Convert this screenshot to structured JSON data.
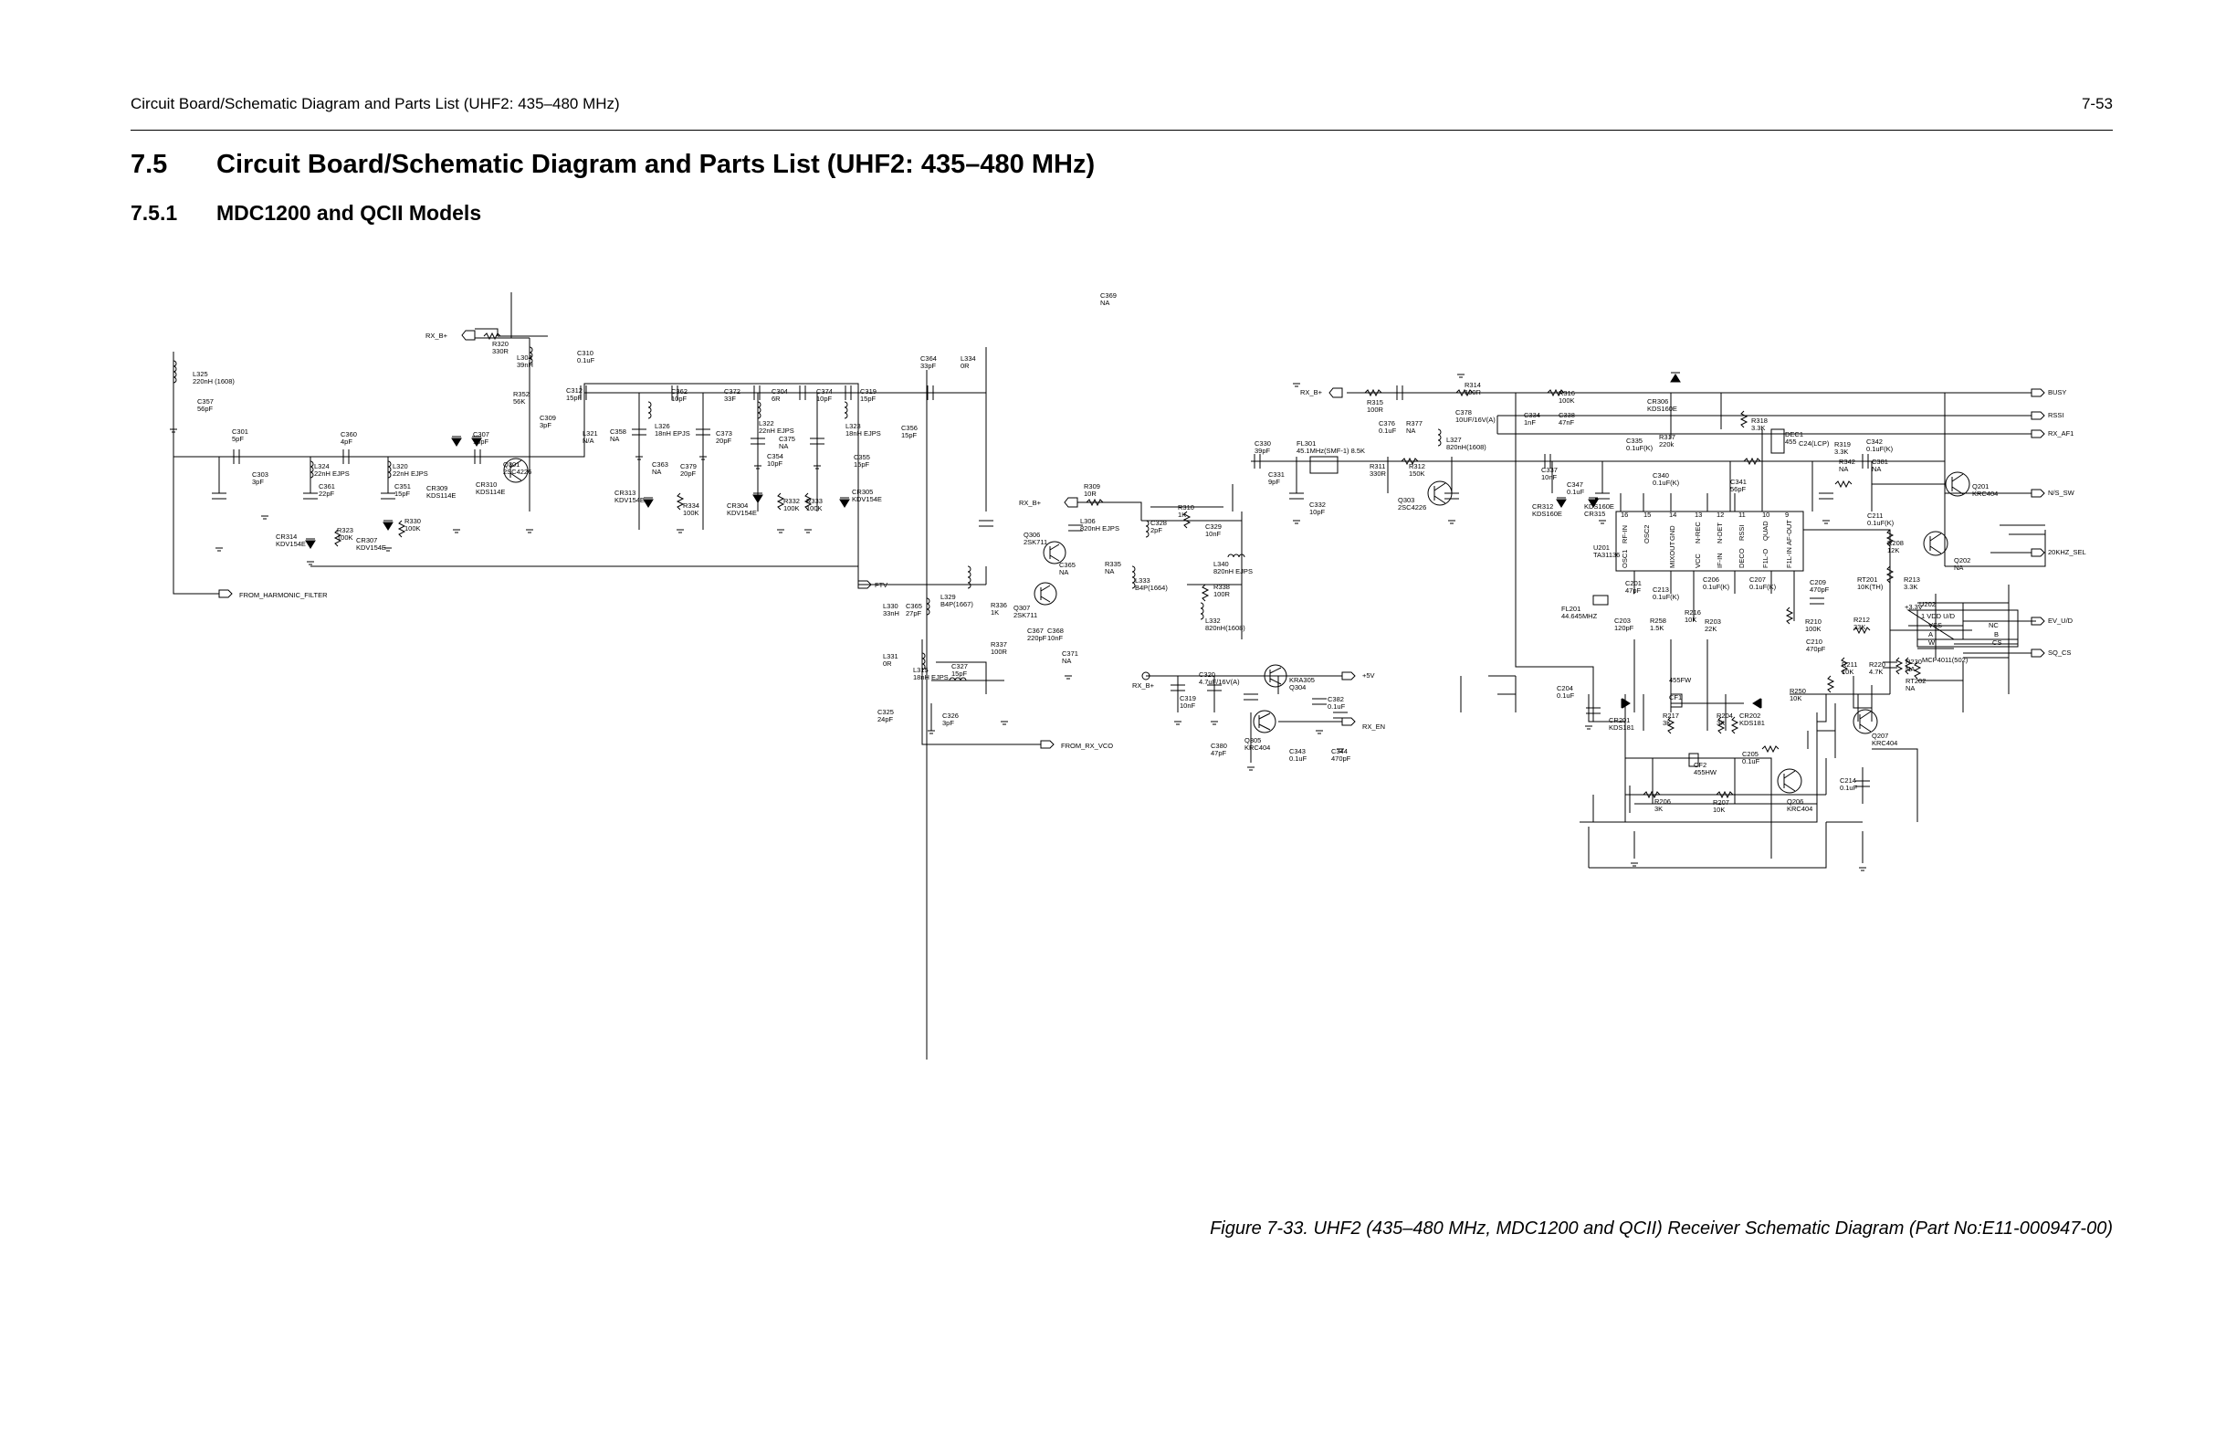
{
  "header": {
    "running_title": "Circuit Board/Schematic Diagram and Parts List (UHF2: 435–480 MHz)",
    "page_number": "7-53"
  },
  "section": {
    "number": "7.5",
    "title": "Circuit Board/Schematic Diagram and Parts List (UHF2: 435–480 MHz)"
  },
  "subsection": {
    "number": "7.5.1",
    "title": "MDC1200 and QCII Models"
  },
  "nets": [
    {
      "id": "rxb1",
      "label": "RX_B+"
    },
    {
      "id": "rxb2",
      "label": "RX_B+"
    },
    {
      "id": "rxb3",
      "label": "RX_B+"
    },
    {
      "id": "rxb4",
      "label": "RX_B+"
    },
    {
      "id": "fromharm",
      "label": "FROM_HARMONIC_FILTER"
    },
    {
      "id": "ftv",
      "label": "FTV"
    },
    {
      "id": "fromvco",
      "label": "FROM_RX_VCO"
    },
    {
      "id": "v5",
      "label": "+5V"
    },
    {
      "id": "rxen",
      "label": "RX_EN"
    },
    {
      "id": "busy",
      "label": "BUSY"
    },
    {
      "id": "rssi",
      "label": "RSSI"
    },
    {
      "id": "rxaf1",
      "label": "RX_AF1"
    },
    {
      "id": "nssw",
      "label": "N/S_SW"
    },
    {
      "id": "hz20",
      "label": "20KHZ_SEL"
    },
    {
      "id": "evud",
      "label": "EV_U/D"
    },
    {
      "id": "sqcs",
      "label": "SQ_CS"
    }
  ],
  "components": [
    {
      "id": "c369",
      "text": [
        "C369",
        "NA"
      ]
    },
    {
      "id": "l325",
      "text": [
        "L325",
        "220nH (1608)"
      ]
    },
    {
      "id": "c357",
      "text": [
        "C357",
        "56pF"
      ]
    },
    {
      "id": "r320",
      "text": [
        "R320",
        "330R"
      ]
    },
    {
      "id": "c310",
      "text": [
        "C310",
        "0.1uF"
      ]
    },
    {
      "id": "l304",
      "text": [
        "L304",
        "39nH"
      ]
    },
    {
      "id": "r352",
      "text": [
        "R352",
        "56K"
      ]
    },
    {
      "id": "c312",
      "text": [
        "C312",
        "15pF"
      ]
    },
    {
      "id": "c309",
      "text": [
        "C309",
        "3pF"
      ]
    },
    {
      "id": "c307",
      "text": [
        "C307",
        "18pF"
      ]
    },
    {
      "id": "c301",
      "text": [
        "C301",
        "5pF"
      ]
    },
    {
      "id": "c360",
      "text": [
        "C360",
        "4pF"
      ]
    },
    {
      "id": "c303",
      "text": [
        "C303",
        "3pF"
      ]
    },
    {
      "id": "l324",
      "text": [
        "L324",
        "22nH EJPS"
      ]
    },
    {
      "id": "l320",
      "text": [
        "L320",
        "22nH EJPS"
      ]
    },
    {
      "id": "c361",
      "text": [
        "C361",
        "22pF"
      ]
    },
    {
      "id": "c351",
      "text": [
        "C351",
        "15pF"
      ]
    },
    {
      "id": "cr309",
      "text": [
        "CR309",
        "KDS114E"
      ]
    },
    {
      "id": "cr310",
      "text": [
        "CR310",
        "KDS114E"
      ]
    },
    {
      "id": "q301",
      "text": [
        "Q301",
        "2SC4226"
      ]
    },
    {
      "id": "r330",
      "text": [
        "R330",
        "100K"
      ]
    },
    {
      "id": "cr314",
      "text": [
        "CR314",
        "KDV154E"
      ]
    },
    {
      "id": "r323",
      "text": [
        "R323",
        "100K"
      ]
    },
    {
      "id": "cr307",
      "text": [
        "CR307",
        "KDV154E"
      ]
    },
    {
      "id": "l321",
      "text": [
        "L321",
        "N/A"
      ]
    },
    {
      "id": "c358",
      "text": [
        "C358",
        "NA"
      ]
    },
    {
      "id": "l326",
      "text": [
        "L326",
        "18nH EPJS"
      ]
    },
    {
      "id": "c362",
      "text": [
        "C362",
        "10pF"
      ]
    },
    {
      "id": "c372",
      "text": [
        "C372",
        "33F"
      ]
    },
    {
      "id": "c304",
      "text": [
        "C304",
        "6R"
      ]
    },
    {
      "id": "c374",
      "text": [
        "C374",
        "10pF"
      ]
    },
    {
      "id": "c319",
      "text": [
        "C319",
        "15pF"
      ]
    },
    {
      "id": "c364",
      "text": [
        "C364",
        "33pF"
      ]
    },
    {
      "id": "l334",
      "text": [
        "L334",
        "0R"
      ]
    },
    {
      "id": "c373",
      "text": [
        "C373",
        "20pF"
      ]
    },
    {
      "id": "l322",
      "text": [
        "L322",
        "22nH EJPS"
      ]
    },
    {
      "id": "c375",
      "text": [
        "C375",
        "NA"
      ]
    },
    {
      "id": "l323",
      "text": [
        "L323",
        "18nH EJPS"
      ]
    },
    {
      "id": "c356",
      "text": [
        "C356",
        "15pF"
      ]
    },
    {
      "id": "c363",
      "text": [
        "C363",
        "NA"
      ]
    },
    {
      "id": "c379",
      "text": [
        "C379",
        "20pF"
      ]
    },
    {
      "id": "c354",
      "text": [
        "C354",
        "10pF"
      ]
    },
    {
      "id": "c355",
      "text": [
        "C355",
        "15pF"
      ]
    },
    {
      "id": "cr313",
      "text": [
        "CR313",
        "KDV154E"
      ]
    },
    {
      "id": "r334",
      "text": [
        "R334",
        "100K"
      ]
    },
    {
      "id": "cr304",
      "text": [
        "CR304",
        "KDV154E"
      ]
    },
    {
      "id": "r332",
      "text": [
        "R332",
        "100K"
      ]
    },
    {
      "id": "r333",
      "text": [
        "R333",
        "100K"
      ]
    },
    {
      "id": "cr305",
      "text": [
        "CR305",
        "KDV154E"
      ]
    },
    {
      "id": "r309",
      "text": [
        "R309",
        "10R"
      ]
    },
    {
      "id": "l306",
      "text": [
        "L306",
        "820nH EJPS"
      ]
    },
    {
      "id": "c328",
      "text": [
        "C328",
        "2pF"
      ]
    },
    {
      "id": "r310",
      "text": [
        "R310",
        "1K"
      ]
    },
    {
      "id": "c329",
      "text": [
        "C329",
        "10nF"
      ]
    },
    {
      "id": "q306",
      "text": [
        "Q306",
        "2SK711"
      ]
    },
    {
      "id": "c365b",
      "text": [
        "C365",
        "NA"
      ]
    },
    {
      "id": "r335",
      "text": [
        "R335",
        "NA"
      ]
    },
    {
      "id": "l340",
      "text": [
        "L340",
        "820nH EJPS"
      ]
    },
    {
      "id": "l329",
      "text": [
        "L329",
        "B4P(1667)"
      ]
    },
    {
      "id": "l333",
      "text": [
        "L333",
        "B4P(1664)"
      ]
    },
    {
      "id": "r338",
      "text": [
        "R338",
        "100R"
      ]
    },
    {
      "id": "l330",
      "text": [
        "L330",
        "33nH"
      ]
    },
    {
      "id": "c365",
      "text": [
        "C365",
        "27pF"
      ]
    },
    {
      "id": "r336",
      "text": [
        "R336",
        "1K"
      ]
    },
    {
      "id": "q307",
      "text": [
        "Q307",
        "2SK711"
      ]
    },
    {
      "id": "l332",
      "text": [
        "L332",
        "820nH(1608)"
      ]
    },
    {
      "id": "c367",
      "text": [
        "C367",
        "220pF"
      ]
    },
    {
      "id": "c368",
      "text": [
        "C368",
        "10nF"
      ]
    },
    {
      "id": "r337",
      "text": [
        "R337",
        "100R"
      ]
    },
    {
      "id": "c371",
      "text": [
        "C371",
        "NA"
      ]
    },
    {
      "id": "l331",
      "text": [
        "L331",
        "0R"
      ]
    },
    {
      "id": "l315",
      "text": [
        "L315",
        "18nH EJPS"
      ]
    },
    {
      "id": "c327",
      "text": [
        "C327",
        "15pF"
      ]
    },
    {
      "id": "c325",
      "text": [
        "C325",
        "24pF"
      ]
    },
    {
      "id": "c326",
      "text": [
        "C326",
        "3pF"
      ]
    },
    {
      "id": "c320",
      "text": [
        "C320",
        "4.7uF/16V(A)"
      ]
    },
    {
      "id": "q304",
      "text": [
        "KRA305",
        "Q304"
      ]
    },
    {
      "id": "c319b",
      "text": [
        "C319",
        "10nF"
      ]
    },
    {
      "id": "c382",
      "text": [
        "C382",
        "0.1uF"
      ]
    },
    {
      "id": "c380",
      "text": [
        "C380",
        "47pF"
      ]
    },
    {
      "id": "q305",
      "text": [
        "Q305",
        "KRC404"
      ]
    },
    {
      "id": "c343",
      "text": [
        "C343",
        "0.1uF"
      ]
    },
    {
      "id": "c344",
      "text": [
        "C344",
        "470pF"
      ]
    },
    {
      "id": "c330",
      "text": [
        "C330",
        "39pF"
      ]
    },
    {
      "id": "fl301",
      "text": [
        "FL301",
        "45.1MHz(SMF-1) 8.5K"
      ]
    },
    {
      "id": "r315",
      "text": [
        "R315",
        "100R"
      ]
    },
    {
      "id": "r314",
      "text": [
        "R314",
        "100R"
      ]
    },
    {
      "id": "r316",
      "text": [
        "R316",
        "100K"
      ]
    },
    {
      "id": "c376",
      "text": [
        "C376",
        "0.1uF"
      ]
    },
    {
      "id": "r377",
      "text": [
        "R377",
        "NA"
      ]
    },
    {
      "id": "c378",
      "text": [
        "C378",
        "10UF/16V(A)"
      ]
    },
    {
      "id": "c334",
      "text": [
        "C334",
        "1nF"
      ]
    },
    {
      "id": "c338",
      "text": [
        "C338",
        "47nF"
      ]
    },
    {
      "id": "cr306",
      "text": [
        "CR306",
        "KDS160E"
      ]
    },
    {
      "id": "l327",
      "text": [
        "L327",
        "820nH(1608)"
      ]
    },
    {
      "id": "c331",
      "text": [
        "C331",
        "9pF"
      ]
    },
    {
      "id": "c332",
      "text": [
        "C332",
        "10pF"
      ]
    },
    {
      "id": "r311",
      "text": [
        "R311",
        "330R"
      ]
    },
    {
      "id": "r312",
      "text": [
        "R312",
        "150K"
      ]
    },
    {
      "id": "q303",
      "text": [
        "Q303",
        "2SC4226"
      ]
    },
    {
      "id": "c337",
      "text": [
        "C337",
        "10nF"
      ]
    },
    {
      "id": "c335",
      "text": [
        "C335",
        "0.1uF(K)"
      ]
    },
    {
      "id": "r317",
      "text": [
        "R317",
        "220k"
      ]
    },
    {
      "id": "r318",
      "text": [
        "R318",
        "3.3K"
      ]
    },
    {
      "id": "dec1",
      "text": [
        "DEC1",
        "455"
      ]
    },
    {
      "id": "c24",
      "text": [
        "C24(LCP)"
      ]
    },
    {
      "id": "r319",
      "text": [
        "R319",
        "3.3K"
      ]
    },
    {
      "id": "c342",
      "text": [
        "C342",
        "0.1uF(K)"
      ]
    },
    {
      "id": "c347",
      "text": [
        "C347",
        "0.1uF"
      ]
    },
    {
      "id": "c340",
      "text": [
        "C340",
        "0.1uF(K)"
      ]
    },
    {
      "id": "c341",
      "text": [
        "C341",
        "56pF"
      ]
    },
    {
      "id": "r342",
      "text": [
        "R342",
        "NA"
      ]
    },
    {
      "id": "c381",
      "text": [
        "C381",
        "NA"
      ]
    },
    {
      "id": "cr312",
      "text": [
        "CR312",
        "KDS160E"
      ]
    },
    {
      "id": "cr315",
      "text": [
        "KDS160E",
        "CR315"
      ]
    },
    {
      "id": "q201",
      "text": [
        "Q201",
        "KRC404"
      ]
    },
    {
      "id": "c211",
      "text": [
        "C211",
        "0.1uF(K)"
      ]
    },
    {
      "id": "u201",
      "text": [
        "U201",
        "TA31136"
      ]
    },
    {
      "id": "c201",
      "text": [
        "C201",
        "47pF"
      ]
    },
    {
      "id": "c213",
      "text": [
        "C213",
        "0.1uF(K)"
      ]
    },
    {
      "id": "c206",
      "text": [
        "C206",
        "0.1uF(K)"
      ]
    },
    {
      "id": "c207",
      "text": [
        "C207",
        "0.1uF(K)"
      ]
    },
    {
      "id": "r208",
      "text": [
        "R208",
        "12K"
      ]
    },
    {
      "id": "q202",
      "text": [
        "Q202",
        "NA"
      ]
    },
    {
      "id": "rt201",
      "text": [
        "RT201",
        "10K(TH)"
      ]
    },
    {
      "id": "r213",
      "text": [
        "R213",
        "3.3K"
      ]
    },
    {
      "id": "c209",
      "text": [
        "C209",
        "470pF"
      ]
    },
    {
      "id": "fl201",
      "text": [
        "FL201",
        "44.645MHZ"
      ]
    },
    {
      "id": "c203",
      "text": [
        "C203",
        "120pF"
      ]
    },
    {
      "id": "r258",
      "text": [
        "R258",
        "1.5K"
      ]
    },
    {
      "id": "r216",
      "text": [
        "R216",
        "10K"
      ]
    },
    {
      "id": "r203",
      "text": [
        "R203",
        "22K"
      ]
    },
    {
      "id": "r210",
      "text": [
        "R210",
        "100K"
      ]
    },
    {
      "id": "r212",
      "text": [
        "R212",
        "33K"
      ]
    },
    {
      "id": "u202",
      "text": [
        "U202",
        "MCP4011(502)"
      ]
    },
    {
      "id": "c210",
      "text": [
        "C210",
        "470pF"
      ]
    },
    {
      "id": "r211",
      "text": [
        "R211",
        "10K"
      ]
    },
    {
      "id": "r220",
      "text": [
        "R220",
        "4.7K"
      ]
    },
    {
      "id": "r230",
      "text": [
        "R230",
        "NA"
      ]
    },
    {
      "id": "rt202",
      "text": [
        "RT202",
        "NA"
      ]
    },
    {
      "id": "c204",
      "text": [
        "C204",
        "0.1uF"
      ]
    },
    {
      "id": "cf1",
      "text": [
        "CF1",
        "455FW"
      ]
    },
    {
      "id": "cr201",
      "text": [
        "CR201",
        "KDS181"
      ]
    },
    {
      "id": "r217",
      "text": [
        "R217",
        "3K"
      ]
    },
    {
      "id": "r204",
      "text": [
        "R204",
        "3K"
      ]
    },
    {
      "id": "cr202",
      "text": [
        "CR202",
        "KDS181"
      ]
    },
    {
      "id": "r250",
      "text": [
        "R250",
        "10K"
      ]
    },
    {
      "id": "q207",
      "text": [
        "Q207",
        "KRC404"
      ]
    },
    {
      "id": "c205",
      "text": [
        "C205",
        "0.1uF"
      ]
    },
    {
      "id": "cf2",
      "text": [
        "CF2",
        "455HW"
      ]
    },
    {
      "id": "q206",
      "text": [
        "Q206",
        "KRC404"
      ]
    },
    {
      "id": "c214",
      "text": [
        "C214",
        "0.1uF"
      ]
    },
    {
      "id": "r206",
      "text": [
        "R206",
        "3K"
      ]
    },
    {
      "id": "r207",
      "text": [
        "R207",
        "10K"
      ]
    }
  ],
  "u201_pins": [
    {
      "id": "p16",
      "num": "16",
      "name": "RF-IN"
    },
    {
      "id": "p15",
      "num": "15",
      "name": "OSC2"
    },
    {
      "id": "p14",
      "num": "14",
      "name": "GND"
    },
    {
      "id": "p13",
      "num": "13",
      "name": "N-REC"
    },
    {
      "id": "p12",
      "num": "12",
      "name": "N-DET"
    },
    {
      "id": "p11",
      "num": "11",
      "name": "RSSI"
    },
    {
      "id": "p10",
      "num": "10",
      "name": "QUAD"
    },
    {
      "id": "p9",
      "num": "9",
      "name": "AF-OUT"
    },
    {
      "id": "b1",
      "num": "",
      "name": "OSC1"
    },
    {
      "id": "b2",
      "num": "",
      "name": "MIXOUT"
    },
    {
      "id": "b3",
      "num": "",
      "name": "VCC"
    },
    {
      "id": "b4",
      "num": "",
      "name": "IF-IN"
    },
    {
      "id": "b5",
      "num": "",
      "name": "DECO"
    },
    {
      "id": "b6",
      "num": "",
      "name": "F1L-O"
    },
    {
      "id": "b7",
      "num": "",
      "name": "F1L-IN"
    }
  ],
  "u202_pins": [
    {
      "id": "vdd",
      "name": "1 VDD U/D"
    },
    {
      "id": "vss",
      "name": "VSS"
    },
    {
      "id": "nc",
      "name": "NC"
    },
    {
      "id": "a",
      "name": "A"
    },
    {
      "id": "b",
      "name": "B"
    },
    {
      "id": "w",
      "name": "W"
    },
    {
      "id": "cs",
      "name": "CS"
    },
    {
      "id": "v",
      "name": "+3.3V"
    }
  ],
  "figure": {
    "caption": "Figure 7-33. UHF2 (435–480 MHz, MDC1200 and QCII) Receiver Schematic Diagram (Part No:E11-000947-00)"
  }
}
